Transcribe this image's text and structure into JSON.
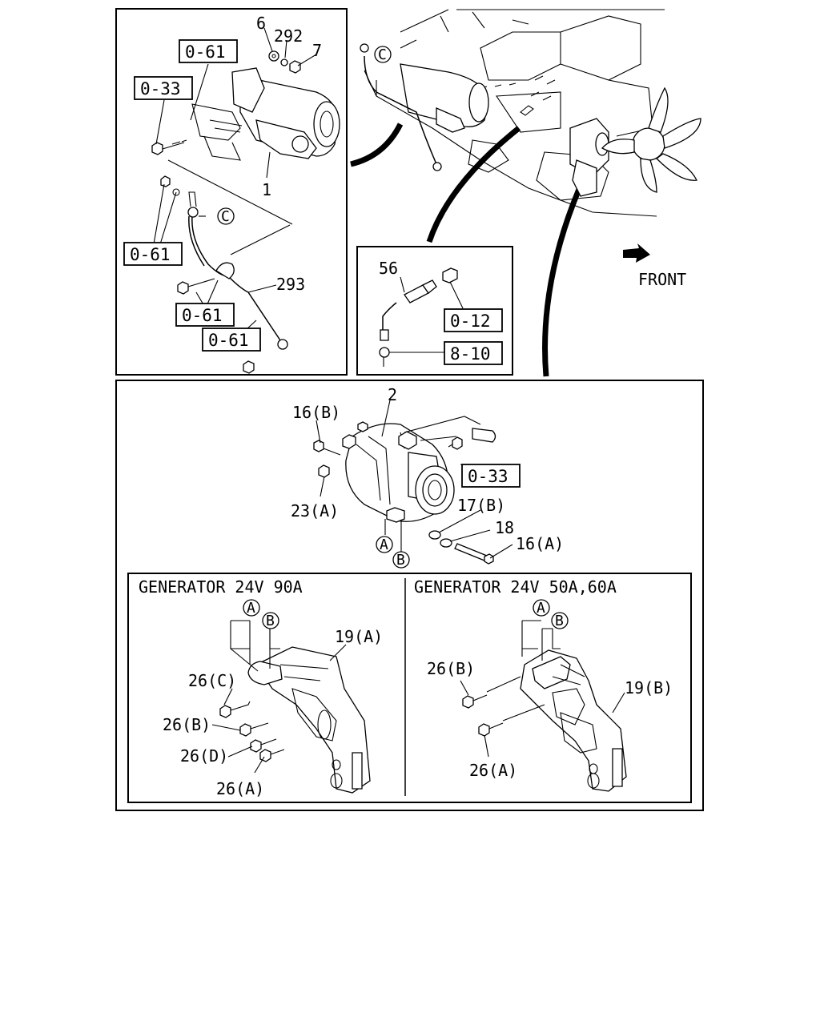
{
  "top_left": {
    "part_labels": [
      "6",
      "292",
      "7",
      "1",
      "293"
    ],
    "refs": [
      "0-61",
      "0-33",
      "0-61",
      "0-61",
      "0-61"
    ],
    "circle_ref": "C"
  },
  "engine": {
    "circle_ref": "C",
    "front_label": "FRONT"
  },
  "sensor_box": {
    "part_label": "56",
    "refs": [
      "0-12",
      "8-10"
    ]
  },
  "generator": {
    "part_labels": [
      "2",
      "16(B)",
      "23(A)",
      "17(B)",
      "18",
      "16(A)"
    ],
    "ref": "0-33",
    "circle_refs": [
      "A",
      "B"
    ]
  },
  "variants": [
    {
      "title": "GENERATOR 24V 90A",
      "circle_refs": [
        "A",
        "B"
      ],
      "part_labels": [
        "19(A)",
        "26(C)",
        "26(B)",
        "26(D)",
        "26(A)"
      ]
    },
    {
      "title": "GENERATOR 24V 50A,60A",
      "circle_refs": [
        "A",
        "B"
      ],
      "part_labels": [
        "26(B)",
        "19(B)",
        "26(A)"
      ]
    }
  ]
}
